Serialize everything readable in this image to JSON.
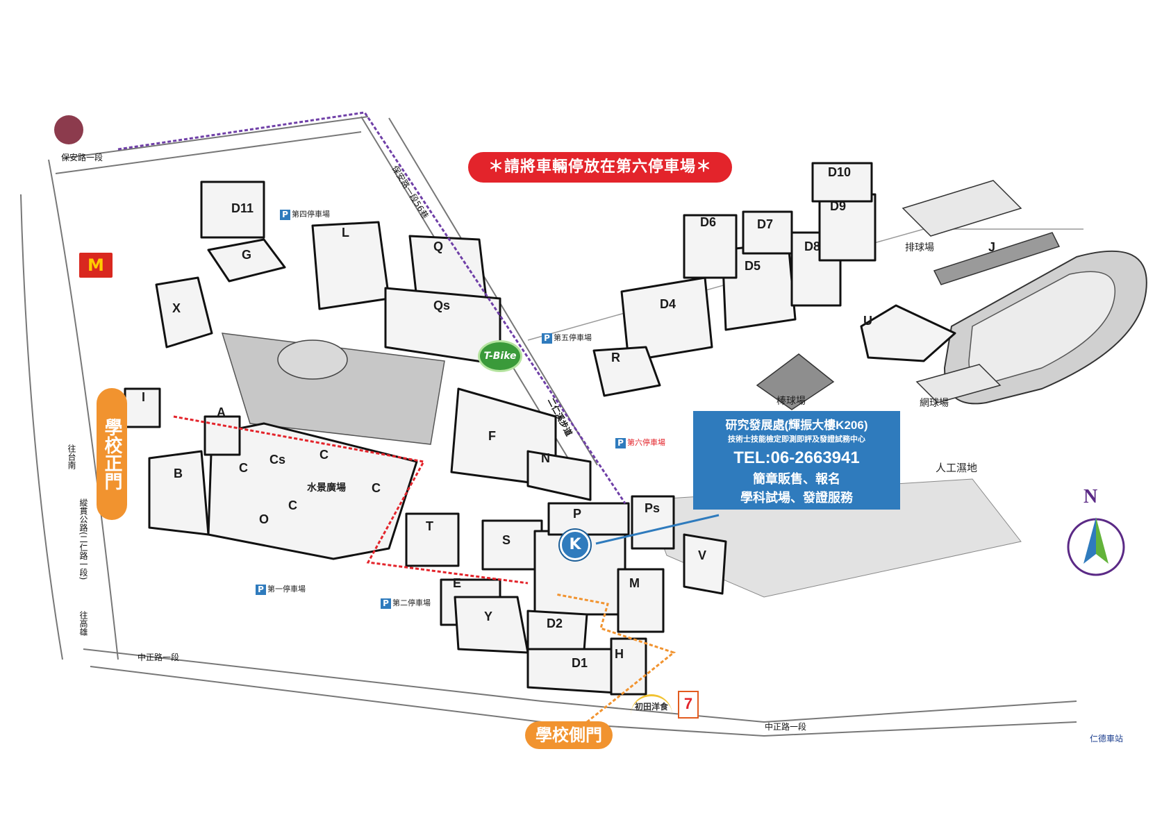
{
  "notice": "＊請將車輛停放在第六停車場＊",
  "info_box": {
    "title": "研究發展處(輝振大樓K206)",
    "subtitle": "技術士技能檢定即測即評及發證試務中心",
    "tel": "TEL:06-2663941",
    "line1": "簡章販售、報名",
    "line2": "學科試場、發證服務"
  },
  "gates": {
    "main": "學校正門",
    "side": "學校側門"
  },
  "marker_k": "K",
  "tbike": "T-Bike",
  "compass": "N",
  "buildings": {
    "D11": "D11",
    "G": "G",
    "L": "L",
    "Q": "Q",
    "Qs": "Qs",
    "X": "X",
    "I": "I",
    "A": "A",
    "B": "B",
    "C1": "C",
    "C2": "C",
    "C3": "C",
    "C4": "C",
    "Cs": "Cs",
    "O": "O",
    "F": "F",
    "N": "N",
    "T": "T",
    "S": "S",
    "P": "P",
    "Ps": "Ps",
    "V": "V",
    "E": "E",
    "Y": "Y",
    "D2": "D2",
    "D1": "D1",
    "H": "H",
    "M": "M",
    "D4": "D4",
    "D5": "D5",
    "D6": "D6",
    "D7": "D7",
    "D8": "D8",
    "D9": "D9",
    "D10": "D10",
    "R": "R",
    "U": "U",
    "J": "J"
  },
  "places": {
    "water_plaza": "水景廣場",
    "volleyball": "排球場",
    "baseball": "棒球場",
    "tennis": "網球場",
    "wetland": "人工濕地"
  },
  "parking": {
    "p1": "第一停車場",
    "p2": "第二停車場",
    "p4": "第四停車場",
    "p5": "第五停車場",
    "p6": "第六停車場"
  },
  "roads": {
    "baoan": "保安路一段",
    "baoan_lane": "保安路一段56巷",
    "erren": "二仁溪步道",
    "zhongzheng_left": "中正路一段",
    "zhongzheng_right": "中正路一段",
    "highway": "縱貫公路(二仁路一段)",
    "to_tainan": "往台南",
    "to_kaohsiung": "往高雄",
    "station": "仁德車站"
  },
  "logos": {
    "mcd": "M",
    "seven": "7",
    "tian": "初田洋食"
  }
}
